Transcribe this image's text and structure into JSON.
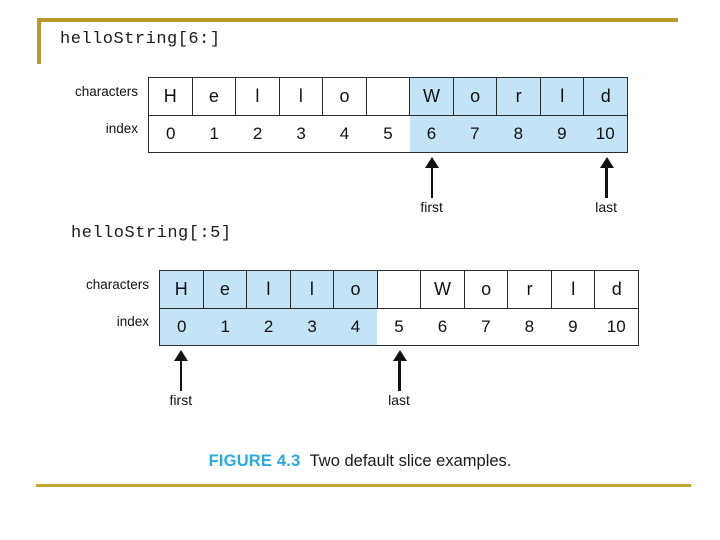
{
  "figure": {
    "number_label": "FIGURE 4.3",
    "caption_text": "Two default slice examples.",
    "accent_color": "#29abe2",
    "rule_color": "#b99a28",
    "highlight_color": "#c2e4f6"
  },
  "diagrams": [
    {
      "code_label": "helloString[6:]",
      "row_labels": {
        "characters": "characters",
        "index": "index"
      },
      "characters": [
        "H",
        "e",
        "l",
        "l",
        "o",
        " ",
        "W",
        "o",
        "r",
        "l",
        "d"
      ],
      "indices": [
        "0",
        "1",
        "2",
        "3",
        "4",
        "5",
        "6",
        "7",
        "8",
        "9",
        "10"
      ],
      "highlighted": [
        false,
        false,
        false,
        false,
        false,
        false,
        true,
        true,
        true,
        true,
        true
      ],
      "markers": [
        {
          "label": "first",
          "at_index": 6
        },
        {
          "label": "last",
          "at_index": 11
        }
      ]
    },
    {
      "code_label": "helloString[:5]",
      "row_labels": {
        "characters": "characters",
        "index": "index"
      },
      "characters": [
        "H",
        "e",
        "l",
        "l",
        "o",
        " ",
        "W",
        "o",
        "r",
        "l",
        "d"
      ],
      "indices": [
        "0",
        "1",
        "2",
        "3",
        "4",
        "5",
        "6",
        "7",
        "8",
        "9",
        "10"
      ],
      "highlighted": [
        true,
        true,
        true,
        true,
        true,
        false,
        false,
        false,
        false,
        false,
        false
      ],
      "markers": [
        {
          "label": "first",
          "at_index": 0
        },
        {
          "label": "last",
          "at_index": 5
        }
      ]
    }
  ]
}
